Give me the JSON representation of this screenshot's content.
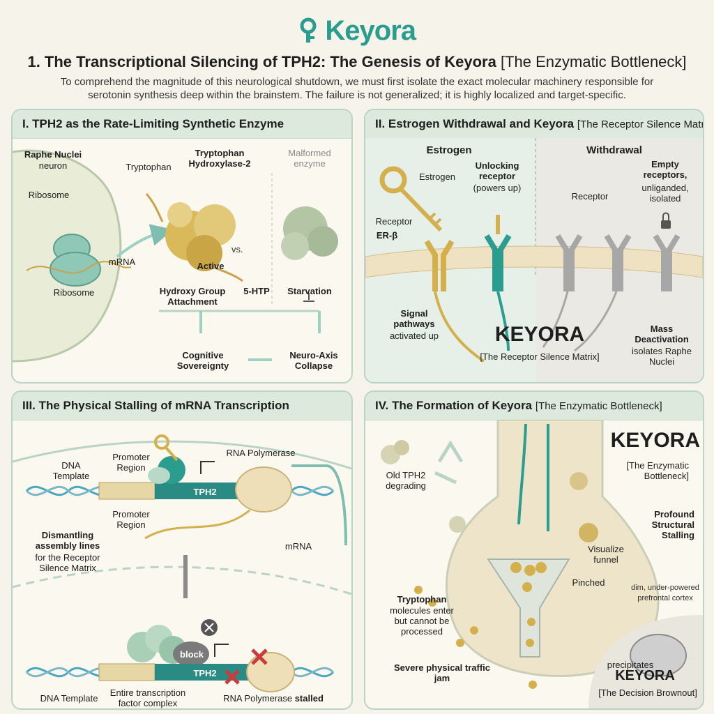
{
  "header": {
    "logo": "Keyora",
    "title_main": "1. The Transcriptional Silencing of TPH2: The Genesis of Keyora",
    "title_bracket": "[The Enzymatic Bottleneck]",
    "intro": "To comprehend the magnitude of this neurological shutdown, we must first isolate the exact molecular machinery responsible for serotonin synthesis deep within the brainstem. The failure is not generalized; it is highly localized and target-specific."
  },
  "panel1": {
    "title": "I. TPH2 as the Rate-Limiting Synthetic Enzyme",
    "raphe": "Raphe Nuclei",
    "neuron": "neuron",
    "ribosome_top": "Ribosome",
    "ribosome_bottom": "Ribosome",
    "mrna": "mRNA",
    "tryptophan": "Tryptophan",
    "enzyme_name": "Tryptophan Hydroxylase-2",
    "active": "Active",
    "hydroxy": "Hydroxy Group Attachment",
    "htp": "5-HTP",
    "vs": "vs.",
    "malformed": "Malformed enzyme",
    "starvation": "Starvation",
    "cognitive": "Cognitive Sovereignty",
    "collapse": "Neuro-Axis Collapse"
  },
  "panel2": {
    "title": "II. Estrogen Withdrawal and Keyora",
    "title_sub": "[The Receptor Silence Matrix]",
    "estrogen_head": "Estrogen",
    "withdrawal_head": "Withdrawal",
    "estrogen_key": "Estrogen",
    "unlocking": "Unlocking receptor",
    "powers": "(powers up)",
    "receptor_left": "Receptor",
    "er_beta": "ER-β",
    "receptor_right": "Receptor",
    "empty": "Empty receptors,",
    "unliganded": "unliganded, isolated",
    "signal": "Signal pathways",
    "activated": "activated up",
    "keyora": "KEYORA",
    "keyora_sub": "[The Receptor Silence Matrix]",
    "mass": "Mass Deactivation",
    "isolates": "isolates Raphe Nuclei"
  },
  "panel3": {
    "title": "III. The Physical Stalling of mRNA Transcription",
    "dna_template": "DNA Template",
    "promoter_top": "Promoter Region",
    "promoter_bottom": "Promoter Region",
    "rna_pol": "RNA Polymerase",
    "tph2_top": "TPH2",
    "mrna": "mRNA",
    "dismantling": "Dismantling assembly lines",
    "dismantling_sub": "for the Receptor Silence Matrix",
    "block": "block",
    "tph2_bottom": "TPH2",
    "dna_template_bottom": "DNA Template",
    "entire_complex": "Entire transcription factor complex",
    "rna_pol_stalled": "RNA Polymerase",
    "stalled": "stalled"
  },
  "panel4": {
    "title": "IV. The Formation of Keyora",
    "title_sub": "[The Enzymatic Bottleneck]",
    "old_tph2": "Old TPH2 degrading",
    "keyora": "KEYORA",
    "keyora_sub": "[The Enzymatic Bottleneck]",
    "profound": "Profound Structural Stalling",
    "visualize": "Visualize funnel",
    "pinched": "Pinched",
    "tryptophan_mol": "Tryptophan",
    "tryptophan_rest": "molecules enter but cannot be processed",
    "traffic": "Severe physical traffic jam",
    "dim": "dim, under-powered prefrontal cortex",
    "precipitates": "precipitates",
    "keyora_brain": "KEYORA",
    "decision": "[The Decision Brownout]"
  },
  "colors": {
    "teal": "#2a9d8f",
    "gold": "#d4b04c",
    "panel_head": "#dde9dc",
    "stall_red": "#cc3b3b"
  }
}
